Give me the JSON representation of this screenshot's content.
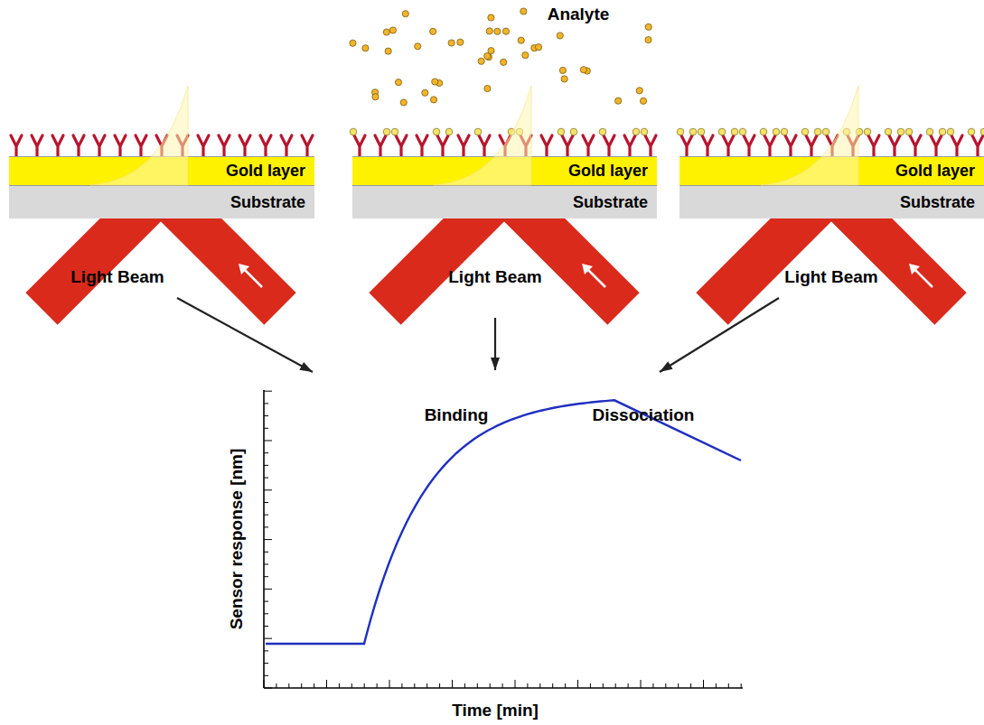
{
  "diagram": {
    "nodes": [
      {
        "text": [
          "Gold layer"
        ]
      },
      {
        "text": [
          "Substrate"
        ]
      },
      {
        "text": [
          "Gold layer"
        ]
      },
      {
        "text": [
          "Substrate"
        ]
      },
      {
        "text": [
          "Gold layer"
        ]
      },
      {
        "text": [
          "Substrate"
        ]
      }
    ],
    "labels": [
      "Analyte",
      "Light Beam",
      "Light Beam",
      "Light Beam",
      "Binding",
      "Dissociation",
      "Sensor response [nm]",
      "Time [min]"
    ]
  }
}
